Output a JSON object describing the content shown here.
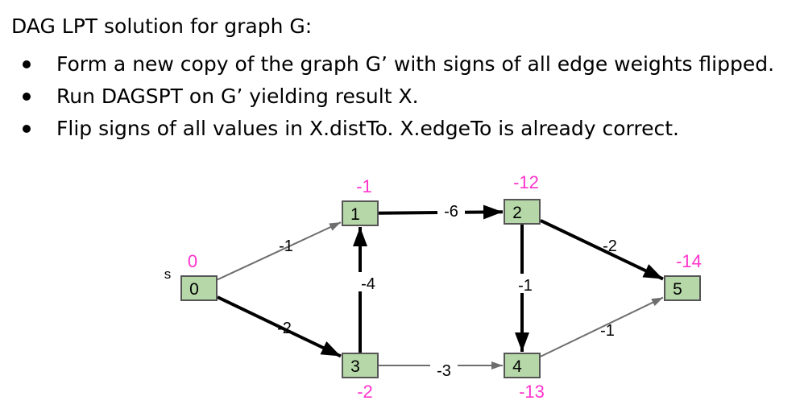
{
  "title": "DAG LPT solution for graph G:",
  "bullets": [
    "Form a new copy of the graph G’ with signs of all edge weights flipped.",
    "Run DAGSPT on G’ yielding result X.",
    "Flip signs of all values in X.distTo. X.edgeTo is already correct."
  ],
  "graph": {
    "source_marker": "s",
    "colors": {
      "node_fill": "#b6d7a8",
      "node_stroke": "#555555",
      "dist_label": "#ff33cc",
      "tree_edge": "#000000",
      "other_edge": "#6e6e6e"
    },
    "nodes": [
      {
        "id": "0",
        "label": "0",
        "dist": "0"
      },
      {
        "id": "1",
        "label": "1",
        "dist": "-1"
      },
      {
        "id": "2",
        "label": "2",
        "dist": "-12"
      },
      {
        "id": "3",
        "label": "3",
        "dist": "-2"
      },
      {
        "id": "4",
        "label": "4",
        "dist": "-13"
      },
      {
        "id": "5",
        "label": "5",
        "dist": "-14"
      }
    ],
    "edges": [
      {
        "from": "0",
        "to": "1",
        "weight": "-1",
        "in_tree": false
      },
      {
        "from": "0",
        "to": "3",
        "weight": "-2",
        "in_tree": true
      },
      {
        "from": "3",
        "to": "1",
        "weight": "-4",
        "in_tree": true
      },
      {
        "from": "1",
        "to": "2",
        "weight": "-6",
        "in_tree": true
      },
      {
        "from": "3",
        "to": "4",
        "weight": "-3",
        "in_tree": false
      },
      {
        "from": "2",
        "to": "4",
        "weight": "-1",
        "in_tree": true
      },
      {
        "from": "2",
        "to": "5",
        "weight": "-2",
        "in_tree": true
      },
      {
        "from": "4",
        "to": "5",
        "weight": "-1",
        "in_tree": false
      }
    ]
  }
}
